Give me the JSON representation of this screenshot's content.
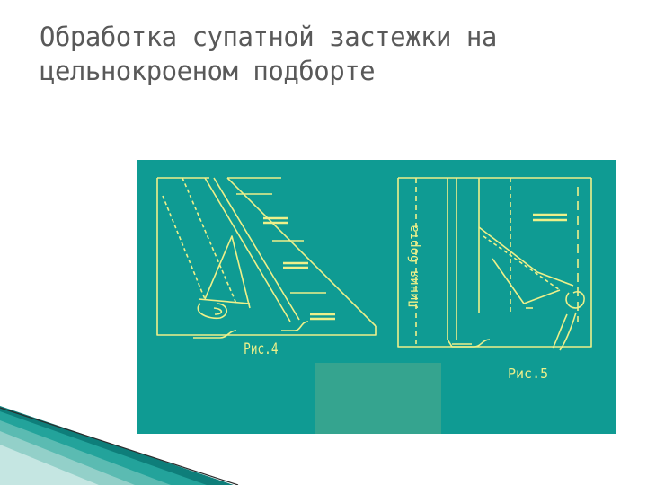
{
  "slide": {
    "title": "Обработка супатной застежки на цельнокроеном подборте"
  },
  "figure": {
    "fig4_caption": "Рис.4",
    "fig5_caption": "Рис.5",
    "fig5_side_label": "Линия борта",
    "colors": {
      "background": "#0f9b93",
      "lines": "#eef08a",
      "overlay_box": "#35a48f"
    }
  }
}
